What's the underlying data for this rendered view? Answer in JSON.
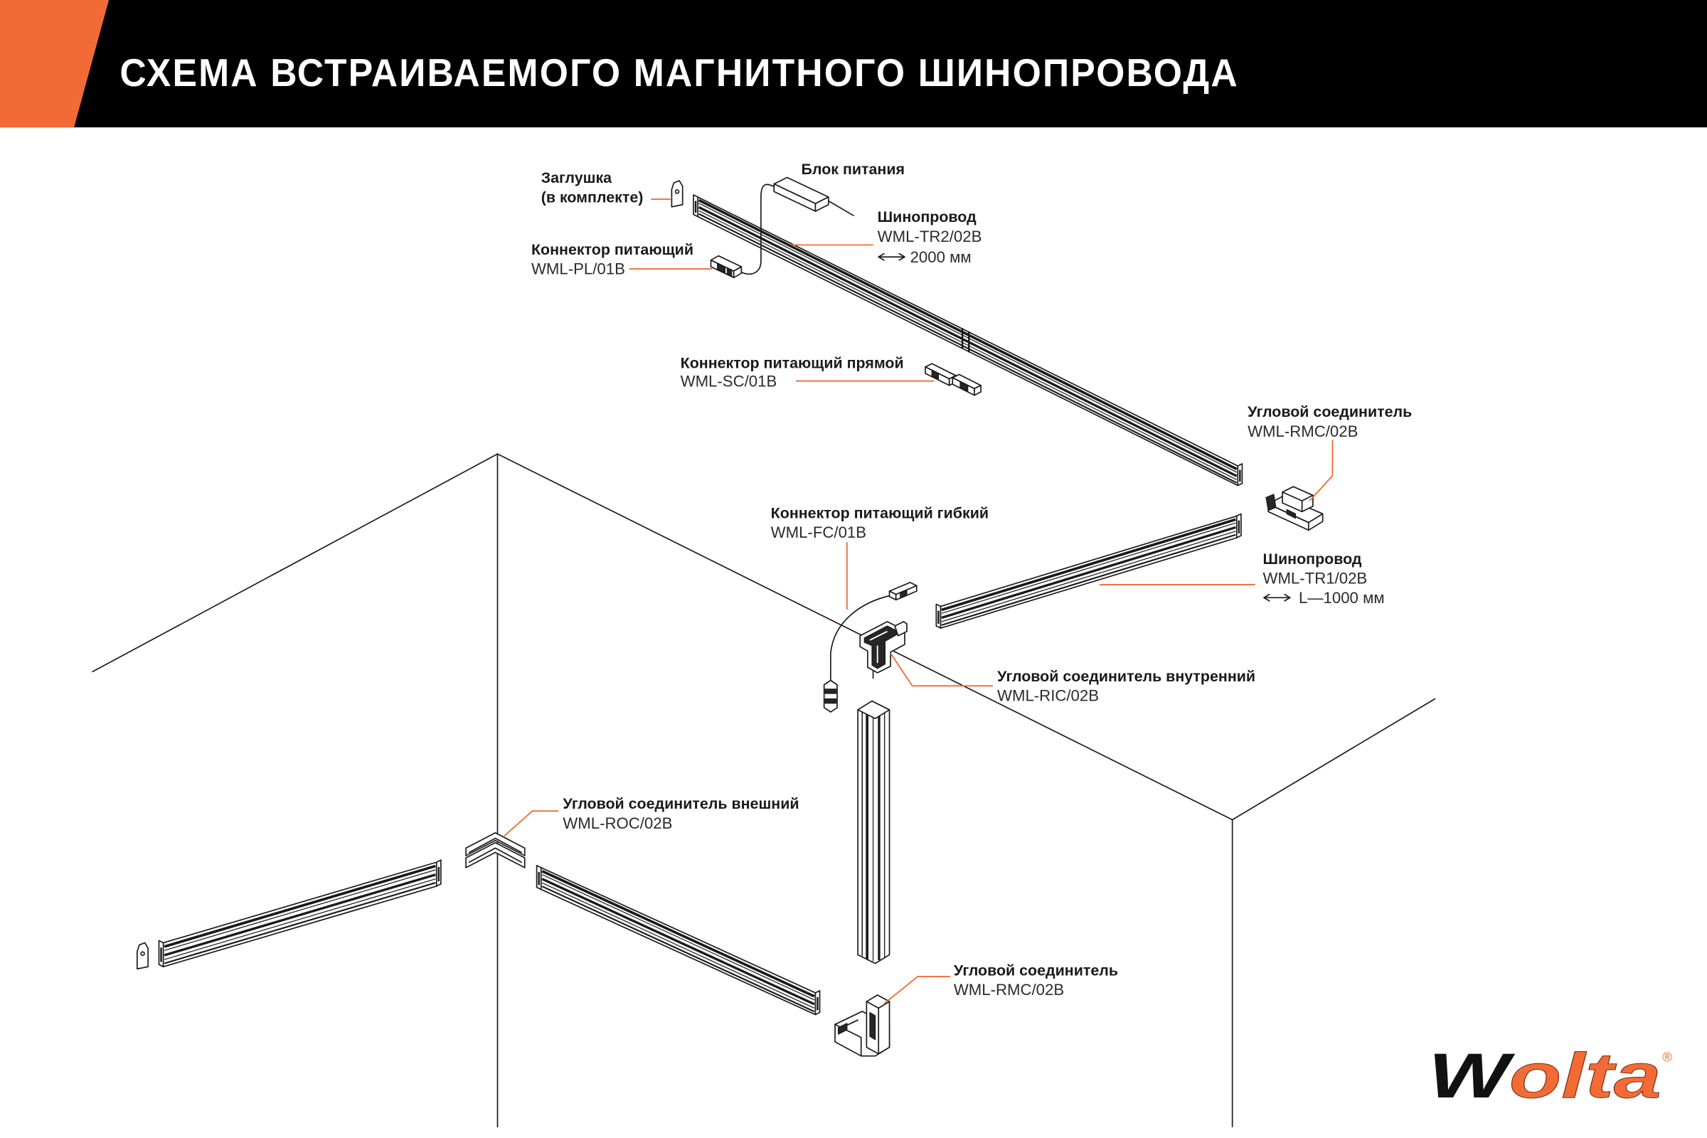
{
  "header": {
    "title": "СХЕМА ВСТРАИВАЕМОГО МАГНИТНОГО ШИНОПРОВОДА"
  },
  "labels": {
    "end_cap": {
      "name_line1": "Заглушка",
      "name_line2": "(в комплекте)"
    },
    "power_supply": {
      "name": "Блок питания"
    },
    "track_tr2": {
      "name": "Шинопровод",
      "code": "WML-TR2/02B",
      "length": "2000 мм"
    },
    "feed_connector": {
      "name": "Коннектор питающий",
      "code": "WML-PL/01B"
    },
    "straight_feed_connector": {
      "name": "Коннектор питающий прямой",
      "code": "WML-SC/01B"
    },
    "corner_connector_top": {
      "name": "Угловой соединитель",
      "code": "WML-RMC/02B"
    },
    "flexible_feed_connector": {
      "name": "Коннектор питающий гибкий",
      "code": "WML-FC/01B"
    },
    "track_tr1": {
      "name": "Шинопровод",
      "code": "WML-TR1/02B",
      "length": "L—1000 мм"
    },
    "inner_corner_connector": {
      "name": "Угловой соединитель внутренний",
      "code": "WML-RIC/02B"
    },
    "outer_corner_connector": {
      "name": "Угловой соединитель внешний",
      "code": "WML-ROC/02B"
    },
    "corner_connector_bottom": {
      "name": "Угловой соединитель",
      "code": "WML-RMC/02B"
    }
  },
  "logo": {
    "brand_first": "W",
    "brand_rest": "olta",
    "registered": "®"
  },
  "icons": {
    "length": "double-arrow-icon"
  },
  "colors": {
    "accent": "#f26b36",
    "header_bg": "#000000",
    "ink": "#1a1a1a"
  }
}
